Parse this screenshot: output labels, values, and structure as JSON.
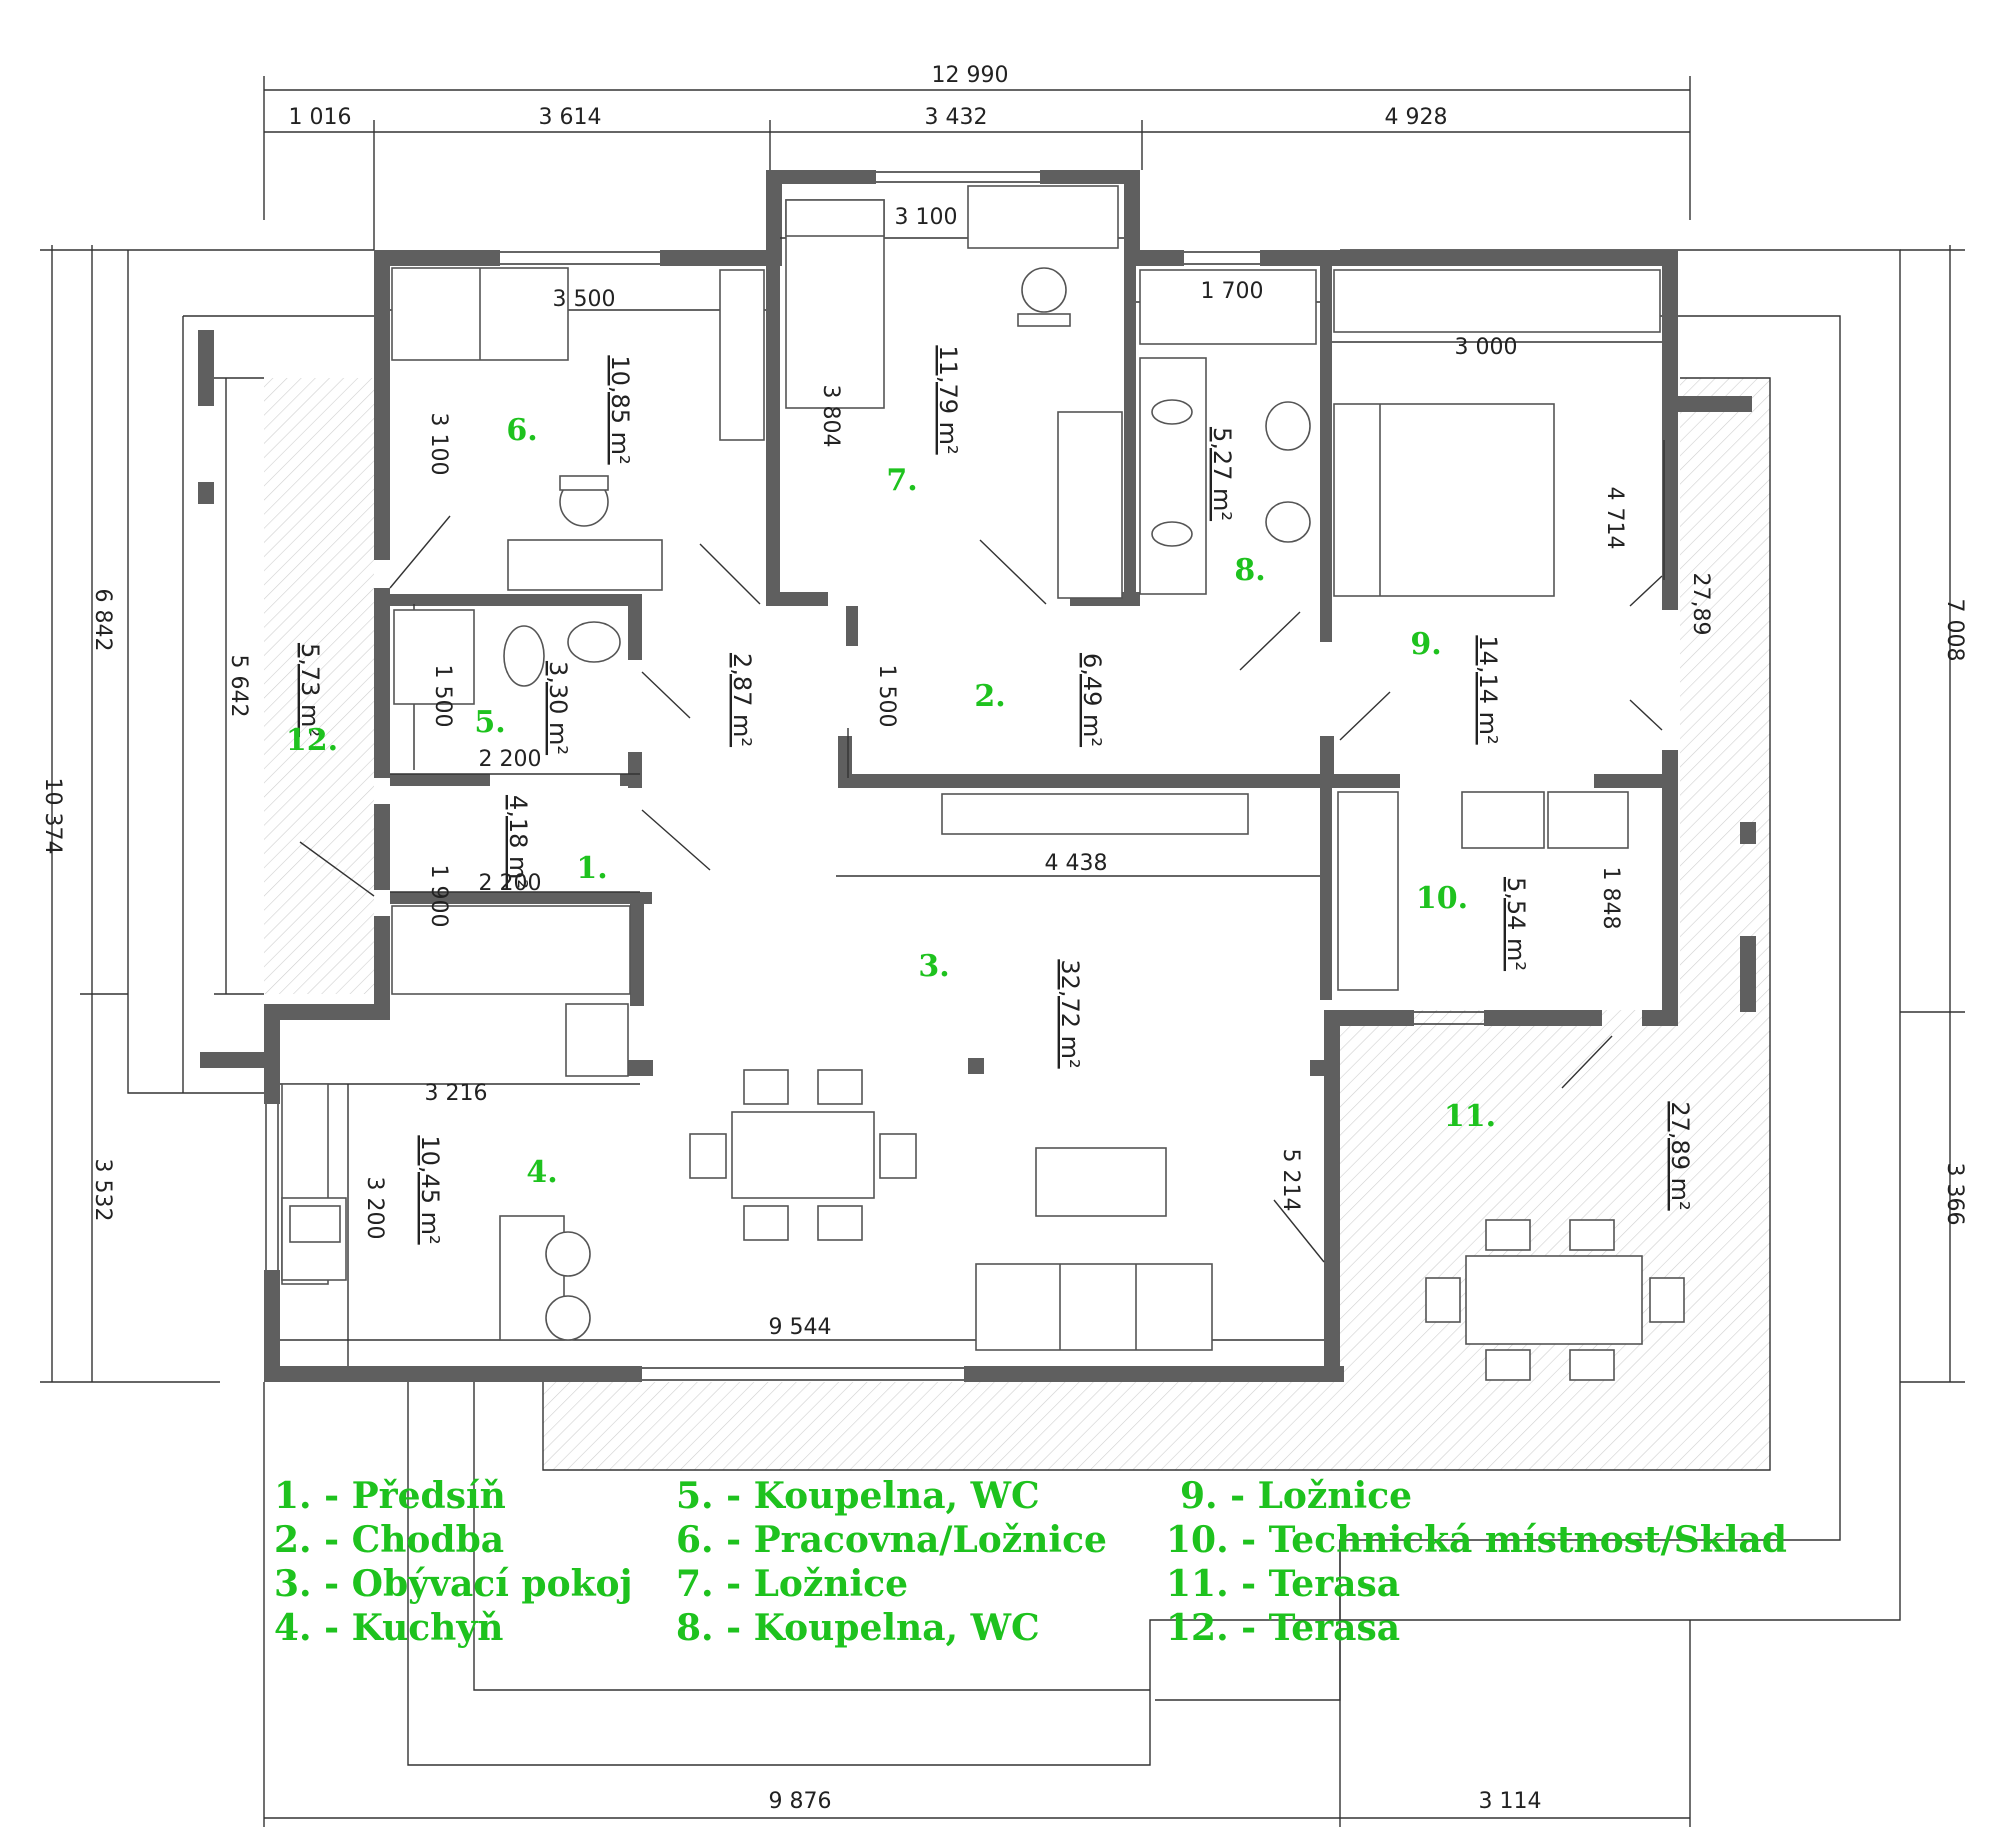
{
  "dimensions": {
    "top_total": "12 990",
    "top_1": "1 016",
    "top_2": "3 614",
    "top_3": "3 432",
    "top_4": "4 928",
    "bottom_1": "9 876",
    "bottom_2": "3 114",
    "left_total": "10 374",
    "left_1": "6 842",
    "left_2": "3 532",
    "left_inner": "5 642",
    "right_1": "7 008",
    "right_2": "3 366",
    "r6_w": "3 500",
    "r6_h": "3 100",
    "r7_w": "3 100",
    "r7_h": "3 804",
    "r8_w": "1 700",
    "r9_w": "3 000",
    "r9_h": "4 714",
    "r5_w": "2 200",
    "r5_h": "1 500",
    "r1_w": "2 200",
    "r1_h": "1 900",
    "r2_h": "1 500",
    "r3_w": "4 438",
    "r3_h": "5 214",
    "r4_w": "3 216",
    "r4_h": "3 200",
    "r10_h": "1 848",
    "r3_bottom": "9 544",
    "r11_side": "27,89"
  },
  "areas": {
    "a1": "4,18 m²",
    "a2": "6,49 m²",
    "a3": "32,72 m²",
    "a4": "10,45 m²",
    "a5": "3,30 m²",
    "a6": "10,85 m²",
    "a7": "11,79 m²",
    "a8": "5,27 m²",
    "a9": "14,14 m²",
    "a10": "5,54 m²",
    "a11": "27,89 m²",
    "a12": "5,73 m²",
    "a_corr": "2,87 m²"
  },
  "room_numbers": {
    "n1": "1.",
    "n2": "2.",
    "n3": "3.",
    "n4": "4.",
    "n5": "5.",
    "n6": "6.",
    "n7": "7.",
    "n8": "8.",
    "n9": "9.",
    "n10": "10.",
    "n11": "11.",
    "n12": "12."
  },
  "legend": [
    "1. - Předsíň",
    "2. - Chodba",
    "3. - Obývací pokoj",
    "4. - Kuchyň",
    "5. - Koupelna, WC",
    "6. - Pracovna/Ložnice",
    "7. - Ložnice",
    "8. - Koupelna, WC",
    "9. - Ložnice",
    "10. - Technická místnost/Sklad",
    "11. - Terasa",
    "12. - Terasa"
  ],
  "colors": {
    "wall": "#5f5f5f",
    "label_green": "#1ec21e",
    "line": "#333333"
  }
}
